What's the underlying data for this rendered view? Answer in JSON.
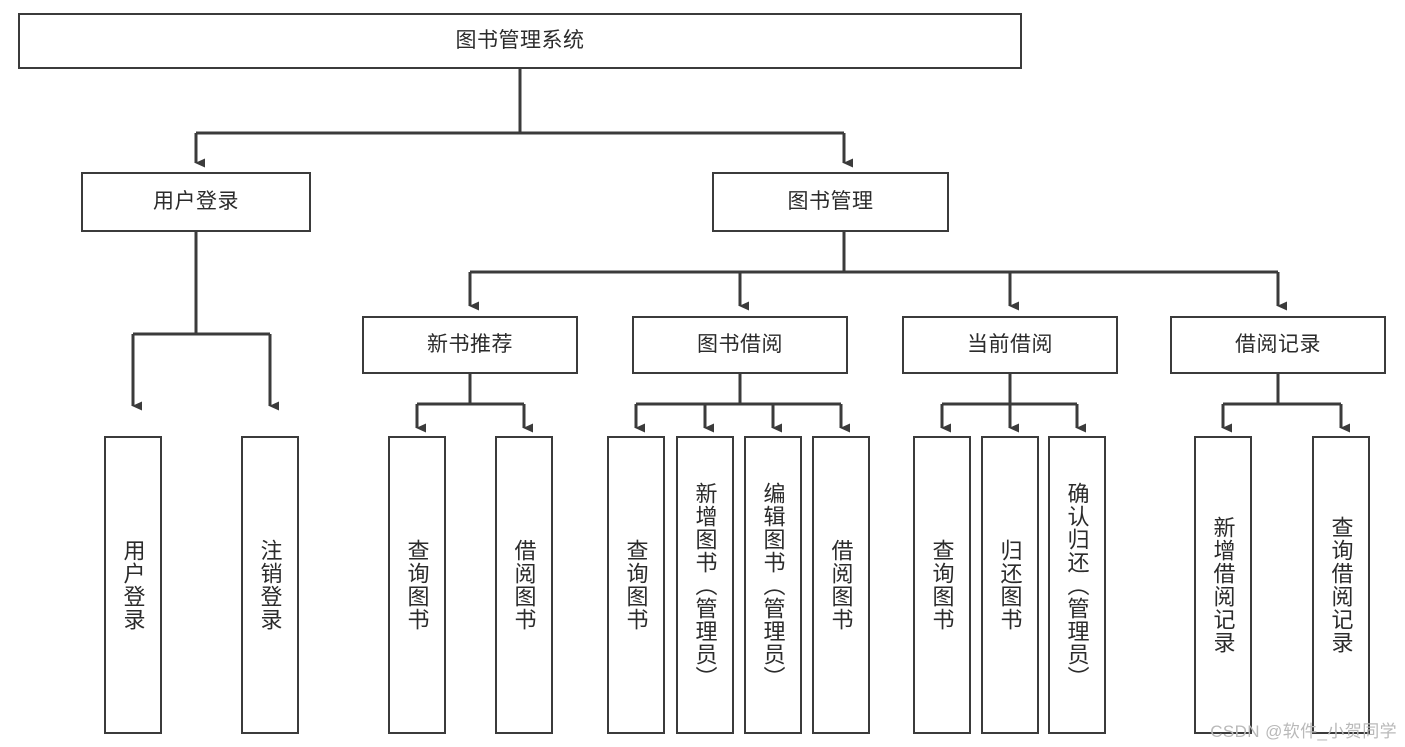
{
  "diagram": {
    "title": "图书管理系统",
    "type": "tree-hierarchy",
    "root": {
      "label": "图书管理系统"
    },
    "level2": [
      {
        "label": "用户登录"
      },
      {
        "label": "图书管理"
      }
    ],
    "level3": [
      {
        "label": "新书推荐"
      },
      {
        "label": "图书借阅"
      },
      {
        "label": "当前借阅"
      },
      {
        "label": "借阅记录"
      }
    ],
    "leaves": {
      "user_login": [
        {
          "label": "用户登录"
        },
        {
          "label": "注销登录"
        }
      ],
      "new_book_recommend": [
        {
          "label": "查询图书"
        },
        {
          "label": "借阅图书"
        }
      ],
      "book_borrow": [
        {
          "label": "查询图书"
        },
        {
          "label": "新增图书（管理员）"
        },
        {
          "label": "编辑图书（管理员）"
        },
        {
          "label": "借阅图书"
        }
      ],
      "current_borrow": [
        {
          "label": "查询图书"
        },
        {
          "label": "归还图书"
        },
        {
          "label": "确认归还（管理员）"
        }
      ],
      "borrow_record": [
        {
          "label": "新增借阅记录"
        },
        {
          "label": "查询借阅记录"
        }
      ]
    }
  },
  "watermark": {
    "text": "CSDN @软件_小贺同学"
  },
  "colors": {
    "stroke": "#3b3b3b",
    "text": "#2b2b2b",
    "background": "#ffffff",
    "watermark": "#b9b9b9"
  }
}
